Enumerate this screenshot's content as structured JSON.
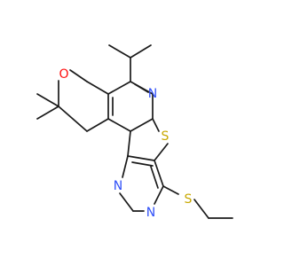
{
  "structure": {
    "atoms": {
      "oxygen": {
        "label": "O",
        "color": "#ff0d0d"
      },
      "pyridine_nitrogen": {
        "label": "N",
        "color": "#3050f8"
      },
      "thiophene_sulfur": {
        "label": "S",
        "color": "#c8a800"
      },
      "pyrimidine_nitrogen_top": {
        "label": "N",
        "color": "#3050f8"
      },
      "pyrimidine_nitrogen_bottom": {
        "label": "N",
        "color": "#3050f8"
      },
      "thioether_sulfur": {
        "label": "S",
        "color": "#c8a800"
      }
    },
    "bond_color": "#1a1a1a"
  }
}
